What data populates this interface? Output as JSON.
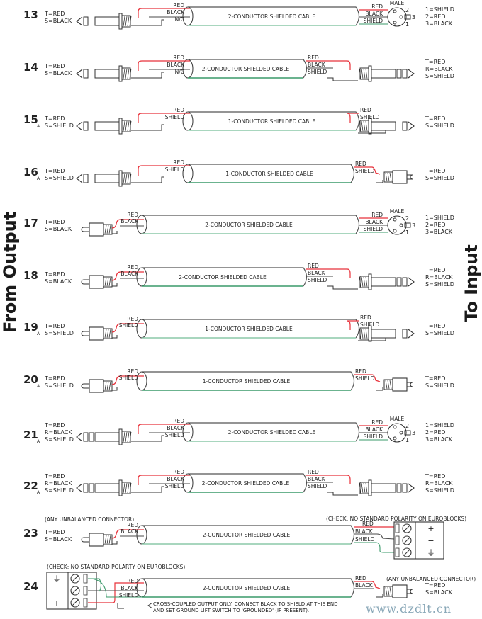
{
  "side_labels": {
    "left": "From Output",
    "right": "To Input"
  },
  "watermark": "www.dzdlt.cn",
  "colors": {
    "red_wire": "#e8313a",
    "black_wire": "#4a4a4a",
    "shield_wire": "#3a9a6a",
    "shield_light": "#8cc8a8",
    "outline": "#333333",
    "text": "#222222"
  },
  "rows": [
    {
      "number": "13",
      "sub": "",
      "left_type": "ts",
      "left_labels": [
        "T=RED",
        "S=BLACK"
      ],
      "left_note": "",
      "left_wires": [
        "RED",
        "BLACK",
        "N/C"
      ],
      "cable": "2-CONDUCTOR SHIELDED CABLE",
      "right_type": "xlr",
      "right_header": "MALE",
      "right_wires": [
        "RED",
        "BLACK",
        "SHIELD"
      ],
      "right_labels": [
        "1=SHIELD",
        "2=RED",
        "3=BLACK"
      ],
      "right_note": ""
    },
    {
      "number": "14",
      "sub": "",
      "left_type": "ts",
      "left_labels": [
        "T=RED",
        "S=BLACK"
      ],
      "left_note": "",
      "left_wires": [
        "RED",
        "BLACK",
        "N/C"
      ],
      "cable": "2-CONDUCTOR SHIELDED CABLE",
      "right_type": "trs",
      "right_header": "",
      "right_wires": [
        "RED",
        "BLACK",
        "SHIELD"
      ],
      "right_labels": [
        "T=RED",
        "R=BLACK",
        "S=SHIELD"
      ],
      "right_note": ""
    },
    {
      "number": "15",
      "sub": "A",
      "left_type": "ts",
      "left_labels": [
        "T=RED",
        "S=SHIELD"
      ],
      "left_note": "",
      "left_wires": [
        "RED",
        "SHIELD"
      ],
      "cable": "1-CONDUCTOR SHIELDED CABLE",
      "right_type": "ts",
      "right_header": "",
      "right_wires": [
        "RED",
        "SHIELD"
      ],
      "right_labels": [
        "T=RED",
        "S=SHIELD"
      ],
      "right_note": ""
    },
    {
      "number": "16",
      "sub": "A",
      "left_type": "ts",
      "left_labels": [
        "T=RED",
        "S=SHIELD"
      ],
      "left_note": "",
      "left_wires": [
        "RED",
        "SHIELD"
      ],
      "cable": "1-CONDUCTOR SHIELDED CABLE",
      "right_type": "rca",
      "right_header": "",
      "right_wires": [
        "RED",
        "SHIELD"
      ],
      "right_labels": [
        "T=RED",
        "S=SHIELD"
      ],
      "right_note": ""
    },
    {
      "number": "17",
      "sub": "",
      "left_type": "rca",
      "left_labels": [
        "T=RED",
        "S=BLACK"
      ],
      "left_note": "",
      "left_wires": [
        "RED",
        "BLACK"
      ],
      "cable": "2-CONDUCTOR SHIELDED CABLE",
      "right_type": "xlr",
      "right_header": "MALE",
      "right_wires": [
        "RED",
        "BLACK",
        "SHIELD"
      ],
      "right_labels": [
        "1=SHIELD",
        "2=RED",
        "3=BLACK"
      ],
      "right_note": ""
    },
    {
      "number": "18",
      "sub": "",
      "left_type": "rca",
      "left_labels": [
        "T=RED",
        "S=BLACK"
      ],
      "left_note": "",
      "left_wires": [
        "RED",
        "BLACK"
      ],
      "cable": "2-CONDUCTOR SHIELDED CABLE",
      "right_type": "trs",
      "right_header": "",
      "right_wires": [
        "RED",
        "BLACK",
        "SHIELD"
      ],
      "right_labels": [
        "T=RED",
        "R=BLACK",
        "S=SHIELD"
      ],
      "right_note": ""
    },
    {
      "number": "19",
      "sub": "A",
      "left_type": "rca",
      "left_labels": [
        "T=RED",
        "S=SHIELD"
      ],
      "left_note": "",
      "left_wires": [
        "RED",
        "SHIELD"
      ],
      "cable": "1-CONDUCTOR SHIELDED CABLE",
      "right_type": "ts",
      "right_header": "",
      "right_wires": [
        "RED",
        "SHIELD"
      ],
      "right_labels": [
        "T=RED",
        "S=SHIELD"
      ],
      "right_note": ""
    },
    {
      "number": "20",
      "sub": "A",
      "left_type": "rca",
      "left_labels": [
        "T=RED",
        "S=SHIELD"
      ],
      "left_note": "",
      "left_wires": [
        "RED",
        "SHIELD"
      ],
      "cable": "1-CONDUCTOR SHIELDED CABLE",
      "right_type": "rca",
      "right_header": "",
      "right_wires": [
        "RED",
        "SHIELD"
      ],
      "right_labels": [
        "T=RED",
        "S=SHIELD"
      ],
      "right_note": ""
    },
    {
      "number": "21",
      "sub": "A",
      "left_type": "trs",
      "left_labels": [
        "T=RED",
        "R=BLACK",
        "S=SHIELD"
      ],
      "left_note": "",
      "left_wires": [
        "RED",
        "BLACK",
        "SHIELD"
      ],
      "cable": "2-CONDUCTOR SHIELDED CABLE",
      "right_type": "xlr",
      "right_header": "MALE",
      "right_wires": [
        "RED",
        "BLACK",
        "SHIELD"
      ],
      "right_labels": [
        "1=SHIELD",
        "2=RED",
        "3=BLACK"
      ],
      "right_note": ""
    },
    {
      "number": "22",
      "sub": "A",
      "left_type": "trs",
      "left_labels": [
        "T=RED",
        "R=BLACK",
        "S=SHIELD"
      ],
      "left_note": "",
      "left_wires": [
        "RED",
        "BLACK",
        "SHIELD"
      ],
      "cable": "2-CONDUCTOR SHIELDED CABLE",
      "right_type": "trs",
      "right_header": "",
      "right_wires": [
        "RED",
        "BLACK",
        "SHIELD"
      ],
      "right_labels": [
        "T=RED",
        "R=BLACK",
        "S=SHIELD"
      ],
      "right_note": ""
    },
    {
      "number": "23",
      "sub": "",
      "left_type": "rca",
      "left_labels": [
        "T=RED",
        "S=BLACK"
      ],
      "left_note": "(ANY UNBALANCED CONNECTOR)",
      "left_wires": [
        "RED",
        "BLACK"
      ],
      "cable": "2-CONDUCTOR SHIELDED CABLE",
      "right_type": "euro",
      "right_header": "",
      "right_wires": [
        "RED",
        "BLACK",
        "SHIELD"
      ],
      "right_labels": [
        "+",
        "−",
        "⏚"
      ],
      "right_note": "(CHECK: NO STANDARD POLARITY ON EUROBLOCKS)"
    },
    {
      "number": "24",
      "sub": "",
      "left_type": "euro",
      "left_labels": [
        "⏚",
        "−",
        "+"
      ],
      "left_note": "(CHECK: NO STANDARD POLARTY ON EUROBLOCKS)",
      "left_wires": [
        "RED",
        "BLACK",
        "SHIELD"
      ],
      "cable": "2-CONDUCTOR SHIELDED CABLE",
      "right_type": "rca",
      "right_header": "",
      "right_wires": [
        "RED",
        "BLACK"
      ],
      "right_labels": [
        "T=RED",
        "S=BLACK"
      ],
      "right_note": "(ANY UNBALANCED CONNECTOR)",
      "footnote": [
        "CROSS-COUPLED OUTPUT ONLY: CONNECT BLACK TO SHIELD AT THIS END",
        "AND SET GROUND LIFT SWITCH TO 'GROUNDED' (IF PRESENT)."
      ]
    }
  ]
}
